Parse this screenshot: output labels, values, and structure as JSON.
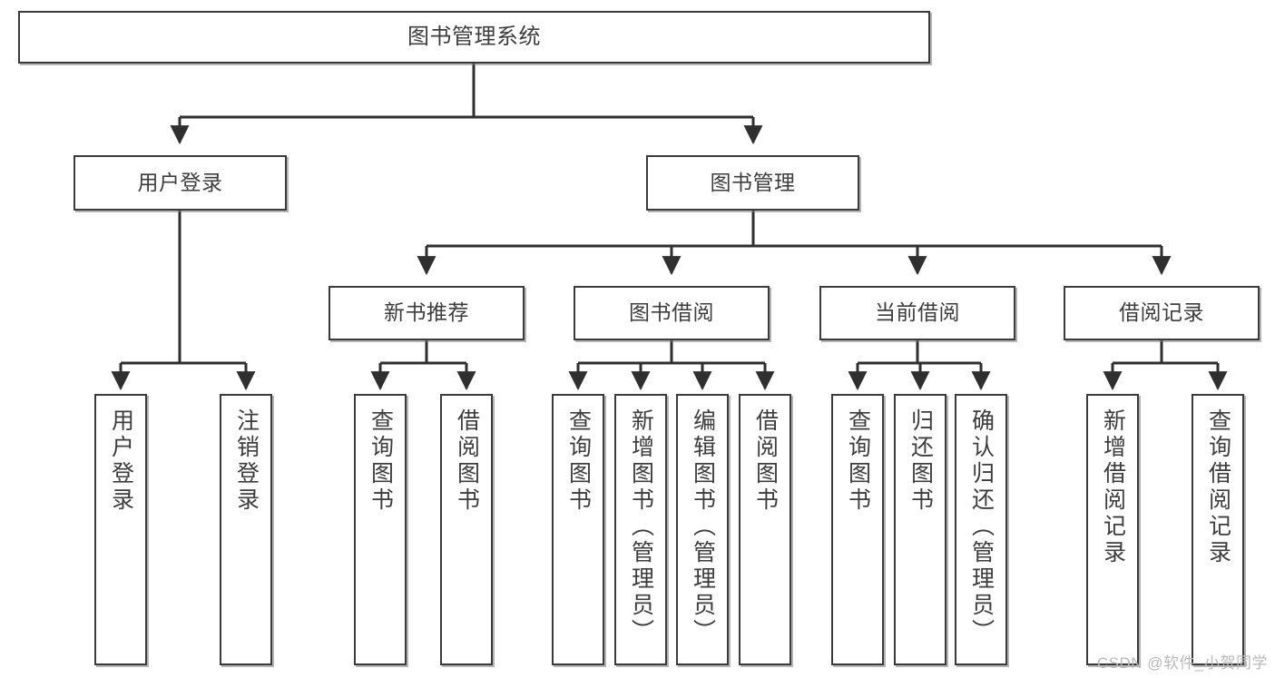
{
  "diagram": {
    "title": "图书管理系统",
    "type": "tree",
    "watermark": "CSDN @软件_小贺同学",
    "colors": {
      "box_border": "#3b3b3b",
      "box_fill": "#ffffff",
      "text": "#3d3d3d",
      "edge": "#2f2f2f",
      "watermark": "#b9b9b9"
    },
    "nodes": {
      "root": {
        "label": "图书管理系统"
      },
      "level1": [
        {
          "id": "user-login",
          "label": "用户登录"
        },
        {
          "id": "book-management",
          "label": "图书管理"
        }
      ],
      "level2": [
        {
          "id": "new-book-recommend",
          "label": "新书推荐",
          "parent": "book-management"
        },
        {
          "id": "book-borrow",
          "label": "图书借阅",
          "parent": "book-management"
        },
        {
          "id": "current-borrow",
          "label": "当前借阅",
          "parent": "book-management"
        },
        {
          "id": "borrow-record",
          "label": "借阅记录",
          "parent": "book-management"
        }
      ],
      "leaves": [
        {
          "id": "leaf-user-login",
          "label": "用户登录",
          "parent": "user-login"
        },
        {
          "id": "leaf-logout-login",
          "label": "注销登录",
          "parent": "user-login"
        },
        {
          "id": "leaf-query-book-1",
          "label": "查询图书",
          "parent": "new-book-recommend"
        },
        {
          "id": "leaf-borrow-book-1",
          "label": "借阅图书",
          "parent": "new-book-recommend"
        },
        {
          "id": "leaf-query-book-2",
          "label": "查询图书",
          "parent": "book-borrow"
        },
        {
          "id": "leaf-add-book",
          "label": "新增图书（管理员）",
          "parent": "book-borrow"
        },
        {
          "id": "leaf-edit-book",
          "label": "编辑图书（管理员）",
          "parent": "book-borrow"
        },
        {
          "id": "leaf-borrow-book-2",
          "label": "借阅图书",
          "parent": "book-borrow"
        },
        {
          "id": "leaf-query-book-3",
          "label": "查询图书",
          "parent": "current-borrow"
        },
        {
          "id": "leaf-return-book",
          "label": "归还图书",
          "parent": "current-borrow"
        },
        {
          "id": "leaf-confirm-return",
          "label": "确认归还（管理员）",
          "parent": "current-borrow"
        },
        {
          "id": "leaf-add-record",
          "label": "新增借阅记录",
          "parent": "borrow-record"
        },
        {
          "id": "leaf-query-record",
          "label": "查询借阅记录",
          "parent": "borrow-record"
        }
      ]
    }
  }
}
